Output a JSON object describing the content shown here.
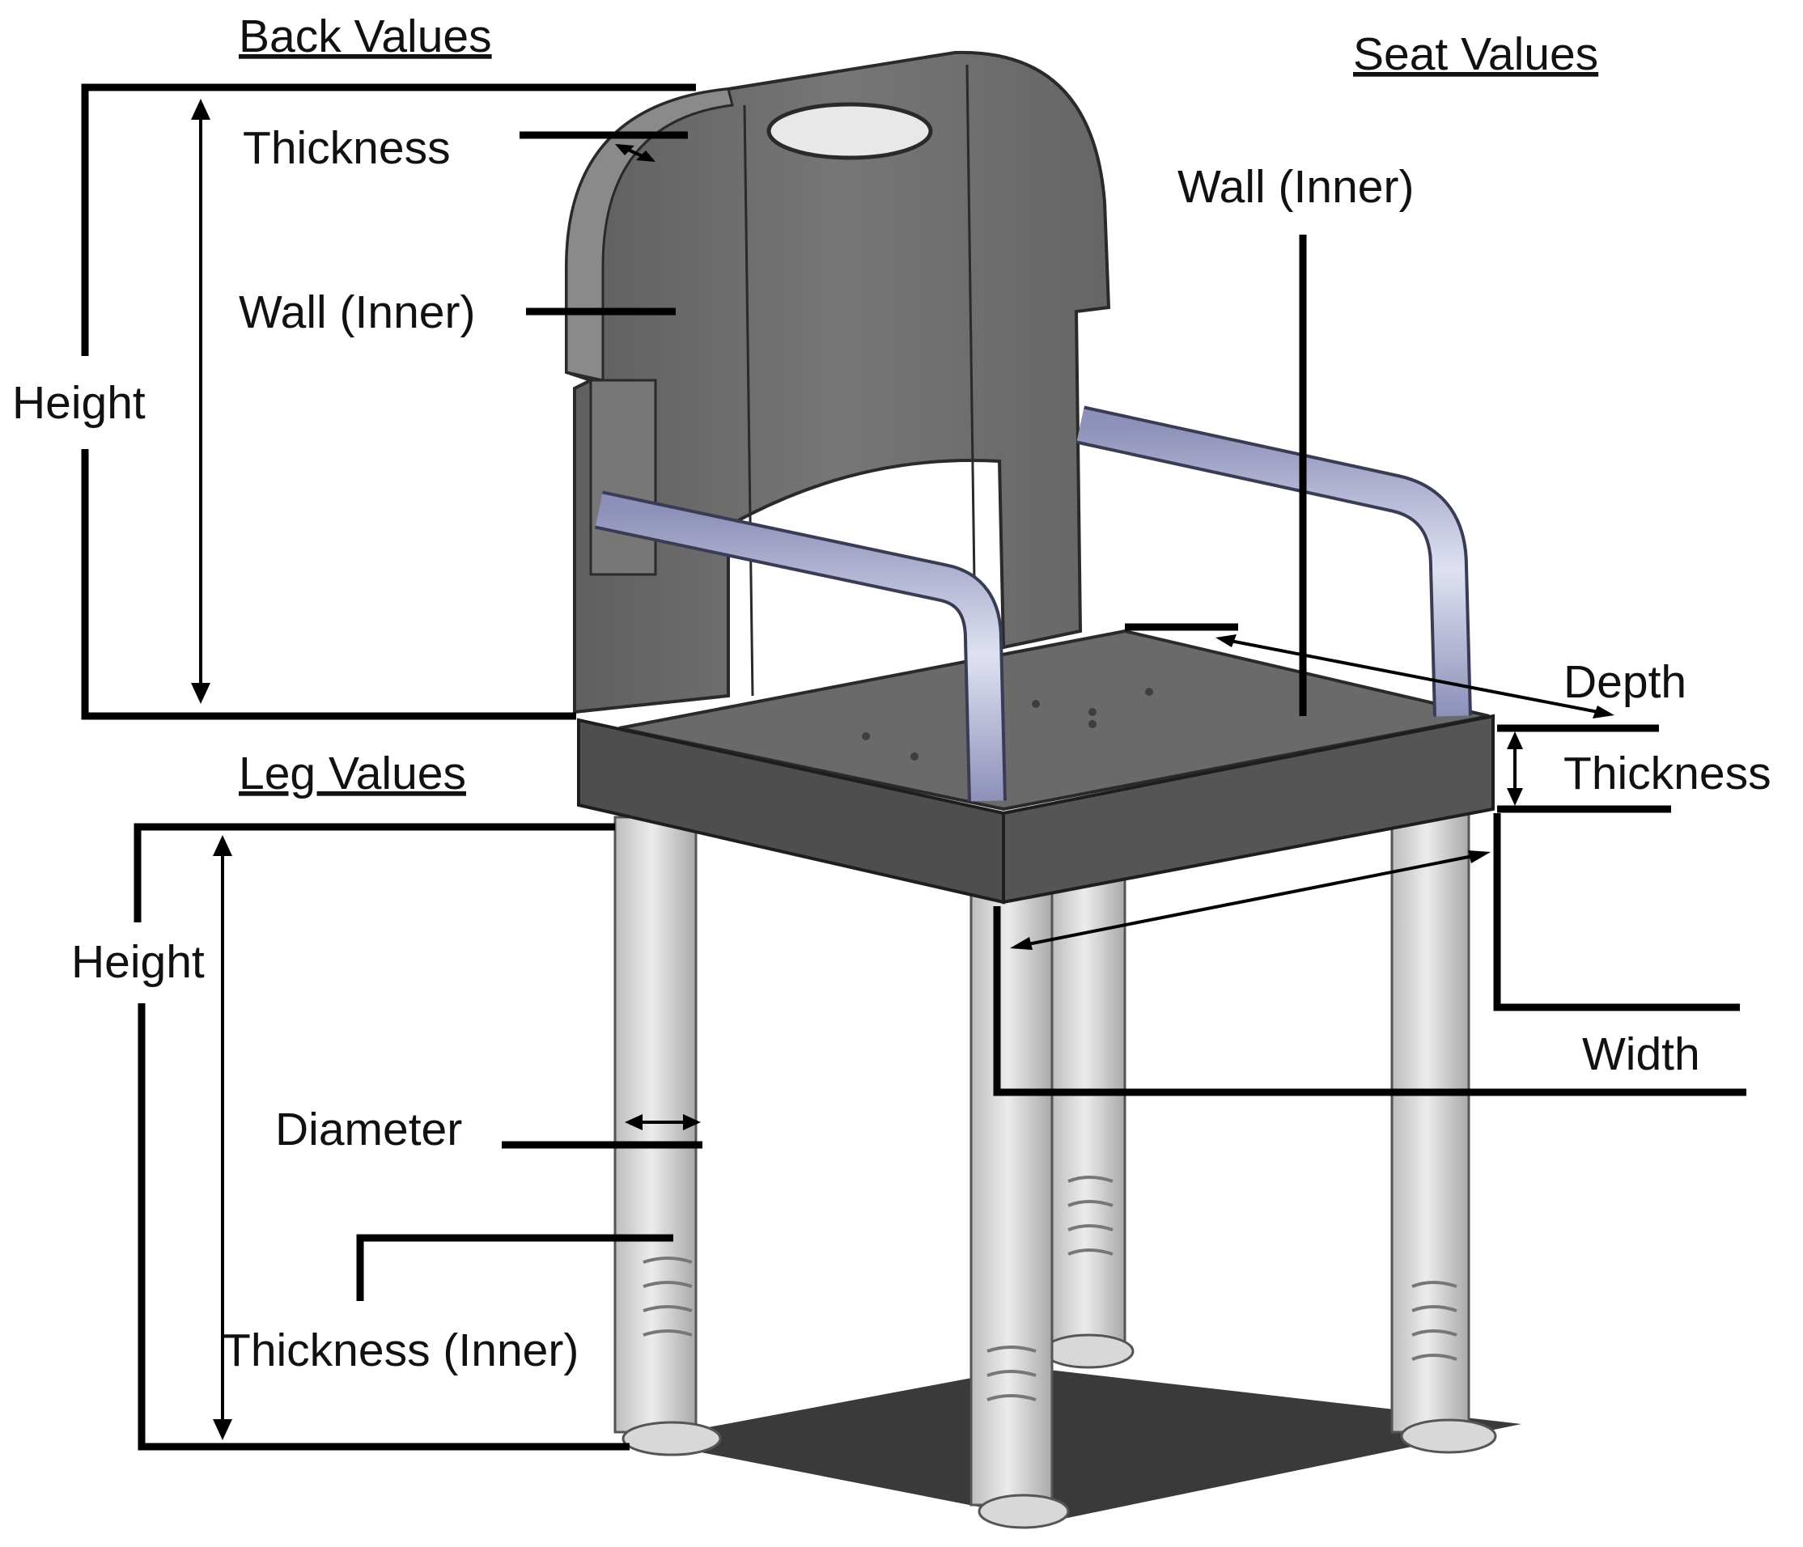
{
  "sections": {
    "back": {
      "heading": "Back Values",
      "thickness": "Thickness",
      "wall_inner": "Wall (Inner)",
      "height": "Height"
    },
    "seat": {
      "heading": "Seat Values",
      "wall_inner": "Wall (Inner)",
      "depth": "Depth",
      "thickness": "Thickness",
      "width": "Width"
    },
    "leg": {
      "heading": "Leg Values",
      "height": "Height",
      "diameter": "Diameter",
      "thickness_inner": "Thickness (Inner)"
    }
  },
  "colors": {
    "plastic_body": "#6e6e6e",
    "plastic_dark": "#4a4a4a",
    "armrest_tube": "#b6b9d6",
    "leg_metal": "#d6d6d6",
    "shadow": "#3a3a3a",
    "line": "#000000"
  }
}
